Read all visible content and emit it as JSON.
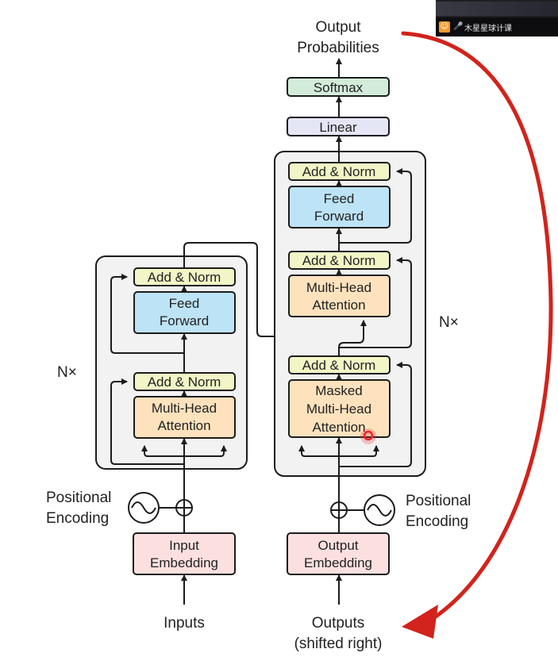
{
  "labels": {
    "output_probabilities_line1": "Output",
    "output_probabilities_line2": "Probabilities",
    "softmax": "Softmax",
    "linear": "Linear",
    "decoder_add_norm_top": "Add & Norm",
    "decoder_feed_forward_line1": "Feed",
    "decoder_feed_forward_line2": "Forward",
    "decoder_add_norm_mid": "Add & Norm",
    "decoder_mha_line1": "Multi-Head",
    "decoder_mha_line2": "Attention",
    "decoder_add_norm_bottom": "Add & Norm",
    "decoder_masked_line1": "Masked",
    "decoder_masked_line2": "Multi-Head",
    "decoder_masked_line3": "Attention",
    "decoder_nx": "N×",
    "encoder_add_norm_top": "Add & Norm",
    "encoder_feed_forward_line1": "Feed",
    "encoder_feed_forward_line2": "Forward",
    "encoder_add_norm_bottom": "Add & Norm",
    "encoder_mha_line1": "Multi-Head",
    "encoder_mha_line2": "Attention",
    "encoder_nx": "N×",
    "encoder_positional_line1": "Positional",
    "encoder_positional_line2": "Encoding",
    "decoder_positional_line1": "Positional",
    "decoder_positional_line2": "Encoding",
    "input_embedding_line1": "Input",
    "input_embedding_line2": "Embedding",
    "output_embedding_line1": "Output",
    "output_embedding_line2": "Embedding",
    "inputs": "Inputs",
    "outputs_line1": "Outputs",
    "outputs_line2": "(shifted right)"
  },
  "colors": {
    "add_norm": "#f2f5c6",
    "feed_forward": "#bde3f6",
    "attention": "#fde2bd",
    "embedding": "#fce0e0",
    "linear": "#e4e5f5",
    "softmax": "#d3ecd9",
    "block_bg": "#f2f2f2",
    "line": "#1c1c1c",
    "red_arrow": "#d2231c",
    "cursor_red": "#e8262b"
  },
  "overlay": {
    "avatar_icon": "person-icon",
    "mic_icon": "microphone-icon",
    "participant_name": "木星星球计课"
  }
}
